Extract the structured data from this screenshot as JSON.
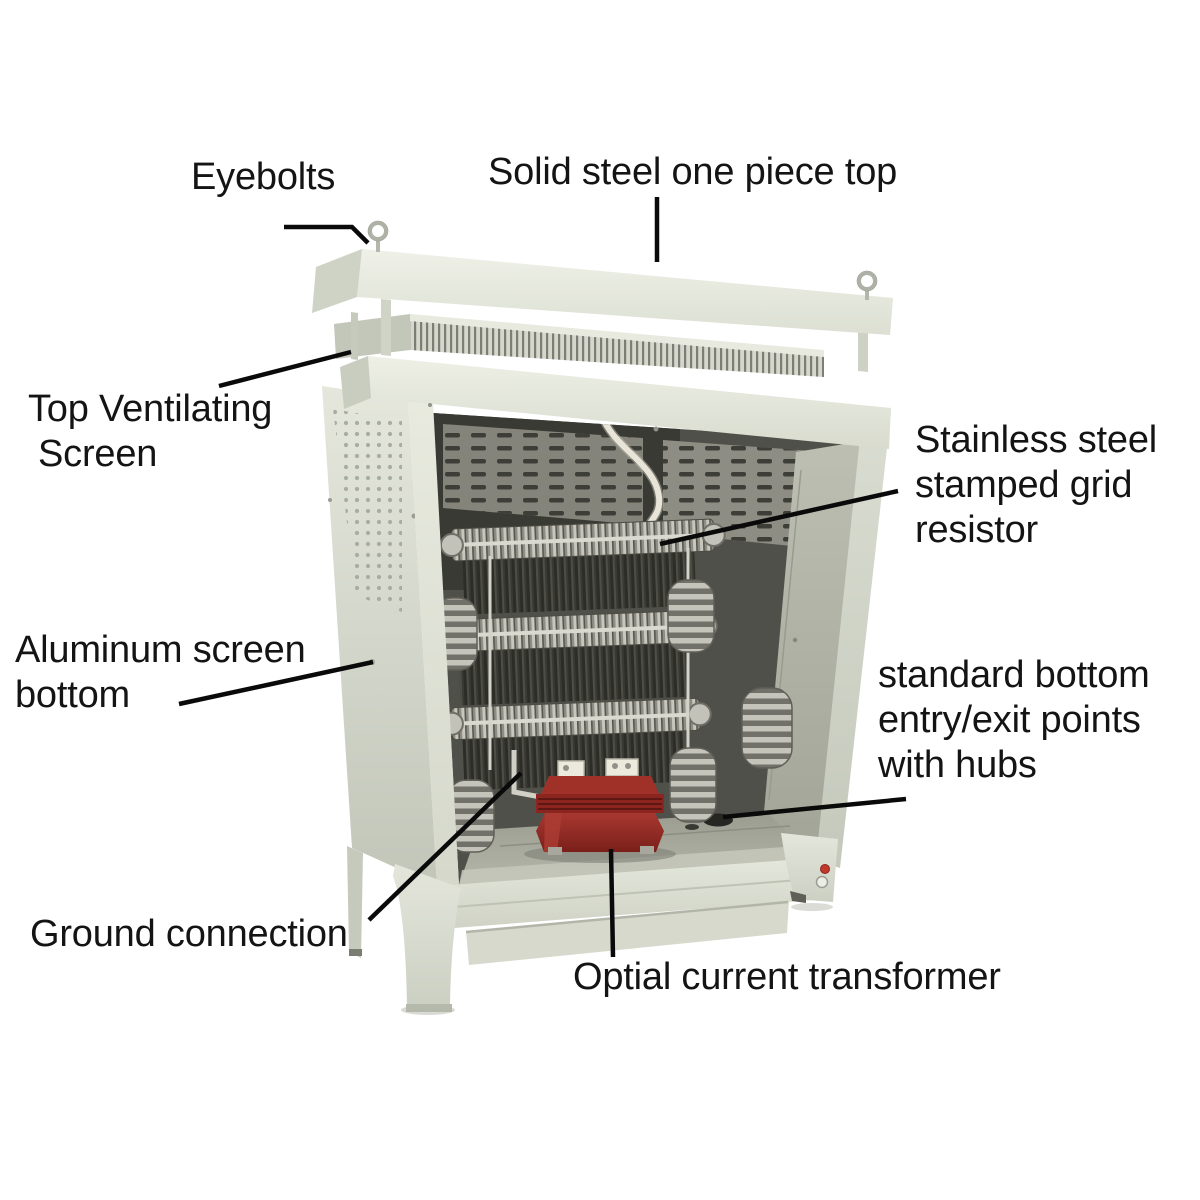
{
  "figure_colors": {
    "background": "#ffffff",
    "label_text": "#141414",
    "leader_line": "#0a0a0a",
    "cabinet_body_light": "#e9ebe2",
    "cabinet_body_mid": "#d9dccf",
    "cabinet_body_dark": "#c3c7ba",
    "interior_dark": "#3e3e38",
    "interior_wall": "#b0b2a6",
    "resistor_metal": "#c7c7be",
    "transformer_red": "#9e2d26",
    "button_red": "#c0392b"
  },
  "callouts": {
    "eyebolts": {
      "text": "Eyebolts"
    },
    "solid_steel_top": {
      "text": "Solid steel one piece top"
    },
    "top_ventilating_screen": {
      "line1": "Top Ventilating",
      "line2": "Screen"
    },
    "stainless_grid_resistor": {
      "line1": "Stainless steel",
      "line2": "stamped grid",
      "line3": "resistor"
    },
    "aluminum_screen_bottom": {
      "line1": "Aluminum screen",
      "line2": "bottom"
    },
    "bottom_entry_exit": {
      "line1": "standard bottom",
      "line2": "entry/exit points",
      "line3": "with hubs"
    },
    "ground_connection": {
      "text": "Ground connection"
    },
    "current_transformer": {
      "text": "Optial current transformer"
    }
  }
}
